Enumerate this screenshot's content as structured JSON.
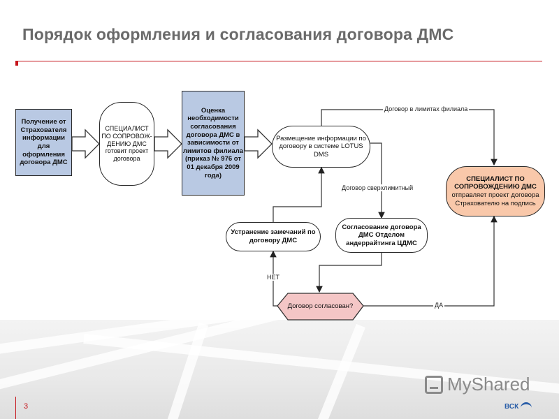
{
  "slide": {
    "title": "Порядок оформления и согласования договора ДМС",
    "page_number": "3",
    "watermark": "MyShared",
    "brand": "ВСК"
  },
  "colors": {
    "accent": "#c6141b",
    "box_blue": "#b9c9e3",
    "box_orange": "#f9c8aa",
    "decision_pink": "#f4c6c6"
  },
  "diagram": {
    "nodes": {
      "receive": "Получение от Страхователя информации для оформления договора ДМС",
      "specialist": "СПЕЦИАЛИСТ ПО СОПРОВОЖ-ДЕНИЮ ДМС готовит проект договора",
      "assessment": "Оценка необходимости согласования договора ДМС в зависимости от лимитов филиала (приказ № 976 от 01 декабря 2009 года)",
      "placement": "Размещение информации по договору в системе LOTUS DMS",
      "final_title": "СПЕЦИАЛИСТ ПО СОПРОВОЖДЕНИЮ ДМС",
      "final_text": "отправляет проект договора Страхователю на подпись",
      "fix": "Устранение замечаний по договору ДМС",
      "underwriting": "Согласование договора ДМС Отделом андеррайтинга ЦДМС",
      "decision": "Договор согласован?"
    },
    "edge_labels": {
      "within_limits": "Договор в лимитах филиала",
      "over_limit": "Договор сверхлимитный",
      "no": "НЕТ",
      "yes": "ДА"
    }
  }
}
